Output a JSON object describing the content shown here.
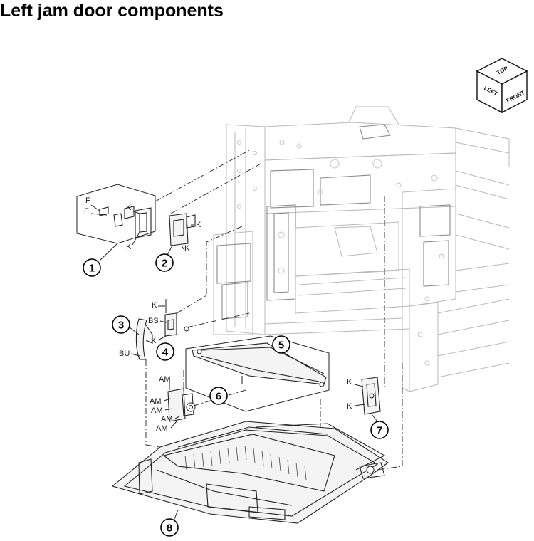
{
  "title": "Left jam door components",
  "orientation_cube": {
    "top": "TOP",
    "left": "LEFT",
    "front": "FRONT"
  },
  "callouts": [
    "1",
    "2",
    "3",
    "4",
    "5",
    "6",
    "7",
    "8"
  ],
  "letters": {
    "F": "F",
    "K": "K",
    "BS": "BS",
    "BU": "BU",
    "AM": "AM"
  }
}
